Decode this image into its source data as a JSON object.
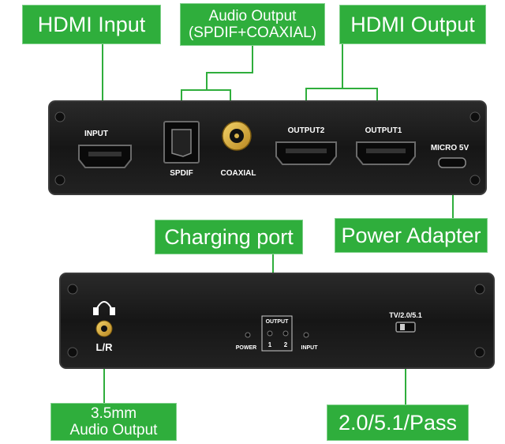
{
  "callouts": {
    "hdmi_input": "HDMI Input",
    "audio_output_line1": "Audio Output",
    "audio_output_line2": "(SPDIF+COAXIAL)",
    "hdmi_output": "HDMI Output",
    "charging_port": "Charging port",
    "power_adapter": "Power Adapter",
    "audio_35_line1": "3.5mm",
    "audio_35_line2": "Audio Output",
    "pass_mode": "2.0/5.1/Pass"
  },
  "front_panel": {
    "input": "INPUT",
    "spdif": "SPDIF",
    "coaxial": "COAXIAL",
    "output2": "OUTPUT2",
    "output1": "OUTPUT1",
    "micro5v": "MICRO 5V"
  },
  "back_panel": {
    "lr": "L/R",
    "output": "OUTPUT",
    "power": "POWER",
    "port1": "1",
    "port2": "2",
    "input": "INPUT",
    "switch_label": "TV/2.0/5.1"
  },
  "colors": {
    "callout_green": "#2fae3c",
    "device_body": "#1a1a1a",
    "connector_line": "#2fae3c"
  }
}
